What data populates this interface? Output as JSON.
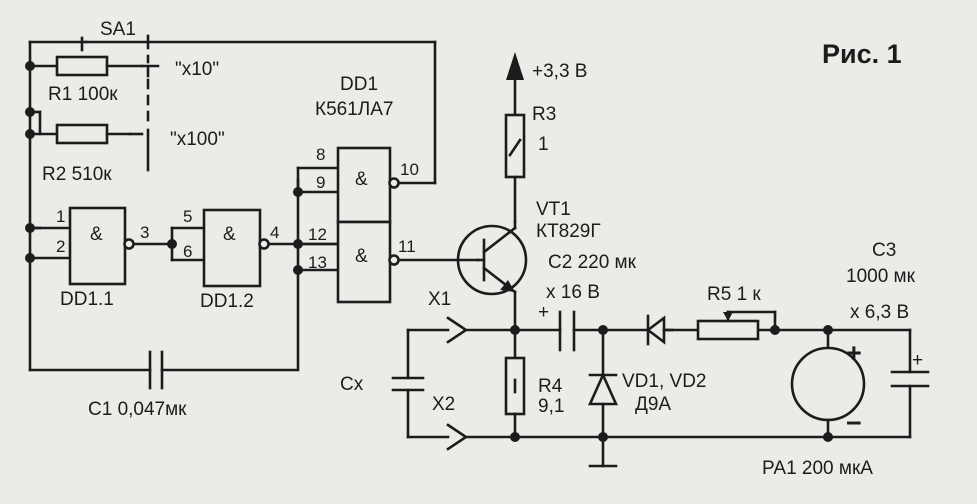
{
  "figure": {
    "title": "Рис. 1"
  },
  "labels": {
    "sa1": "SA1",
    "x10": "\"x10\"",
    "x100": "\"x100\"",
    "r1": "R1 100к",
    "r2": "R2 510к",
    "dd1_name": "DD1",
    "dd1_type": "К561ЛА7",
    "dd1_1": "DD1.1",
    "dd1_2": "DD1.2",
    "supply": "+3,3 В",
    "r3_name": "R3",
    "r3_value": "1",
    "vt1_name": "VT1",
    "vt1_type": "КТ829Г",
    "c2_value": "C2  220 мк",
    "c2_voltage": "x 16 В",
    "r5": "R5  1 к",
    "c3_name": "C3",
    "c3_value": "1000 мк",
    "c3_voltage": "x 6,3 В",
    "x1": "X1",
    "x2": "X2",
    "cx": "Cx",
    "r4_name": "R4",
    "r4_value": "9,1",
    "vd_name": "VD1, VD2",
    "vd_type": "Д9А",
    "pa1": "РА1 200 мкА",
    "c1": "C1  0,047мк"
  },
  "gate_symbol": "&",
  "pins": {
    "p1": "1",
    "p2": "2",
    "p3": "3",
    "p4": "4",
    "p5": "5",
    "p6": "6",
    "p8": "8",
    "p9": "9",
    "p10": "10",
    "p11": "11",
    "p12": "12",
    "p13": "13"
  },
  "polarity": {
    "plus": "+",
    "minus": "−"
  }
}
